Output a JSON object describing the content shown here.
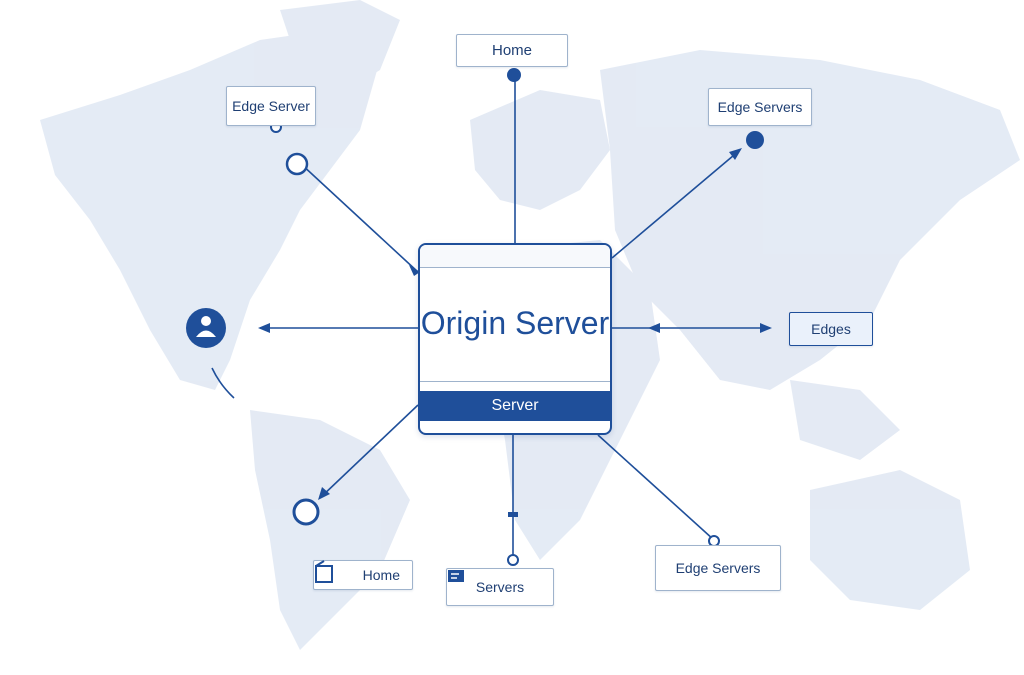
{
  "colors": {
    "accent": "#1f4f9a",
    "map_land": "#dbe4f1",
    "background": "#ffffff",
    "label_border": "#9fb3cc"
  },
  "origin": {
    "title": "Origin Server",
    "footer": "Server"
  },
  "labels": {
    "top": "Home",
    "top_left": "Edge Server",
    "top_right": "Edge Servers",
    "right": "Edges",
    "bottom_left": "Home",
    "bottom_center": "Servers",
    "bottom_right": "Edge Servers"
  },
  "icons": {
    "bottom_left": "box-icon",
    "bottom_center": "server-icon",
    "user_node": "user-icon"
  }
}
